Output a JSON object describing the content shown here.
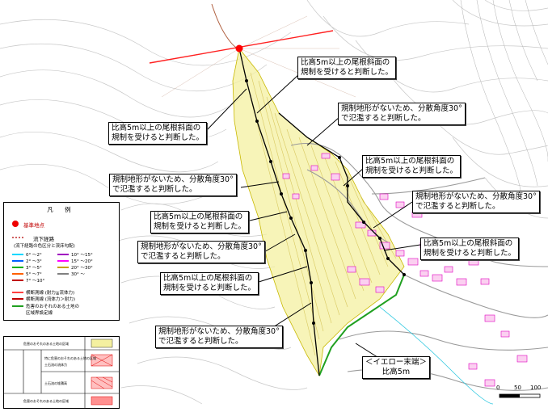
{
  "callouts": [
    {
      "id": "c1",
      "text": "比高5m以上の尾根斜面の\n規制を受けると判断した。"
    },
    {
      "id": "c2",
      "text": "規制地形がないため、分散角度30°\nで氾濫すると判断した。"
    },
    {
      "id": "c3",
      "text": "比高5m以上の尾根斜面の\n規制を受けると判断した。"
    },
    {
      "id": "c4",
      "text": "比高5m以上の尾根斜面の\n規制を受けると判断した。"
    },
    {
      "id": "c5",
      "text": "規制地形がないため、分散角度30°\nで氾濫すると判断した。"
    },
    {
      "id": "c6",
      "text": "規制地形がないため、分散角度30°\nで氾濫すると判断した。"
    },
    {
      "id": "c7",
      "text": "比高5m以上の尾根斜面の\n規制を受けると判断した。"
    },
    {
      "id": "c8",
      "text": "規制地形がないため、分散角度30°\nで氾濫すると判断した。"
    },
    {
      "id": "c9",
      "text": "比高5m以上の尾根斜面の\n規制を受けると判断した。"
    },
    {
      "id": "c10",
      "text": "比高5m以上の尾根斜面の\n規制を受けると判断した。"
    },
    {
      "id": "c11",
      "text": "規制地形がないため、分散角度30°\nで氾濫すると判断した。"
    },
    {
      "id": "c12",
      "text": "＜イエロー末端＞\n比高5m"
    }
  ],
  "legend": {
    "title": "凡 例",
    "base_point": "基準地点",
    "flow_path": "流下経路",
    "flow_path_sub": "(流下経路の色区分と渓床勾配)",
    "gradients": [
      {
        "label": "0° ～2°",
        "color": "#00d8ff"
      },
      {
        "label": "2° ～3°",
        "color": "#0060ff"
      },
      {
        "label": "3° ～5°",
        "color": "#00b000"
      },
      {
        "label": "5° ～7°",
        "color": "#ff6000"
      },
      {
        "label": "7° ～10°",
        "color": "#c00000"
      },
      {
        "label": "10° ～15°",
        "color": "#a000c0"
      },
      {
        "label": "15° ～20°",
        "color": "#ff00ff"
      },
      {
        "label": "20° ～30°",
        "color": "#c8a000"
      },
      {
        "label": "30° ～",
        "color": "#808080"
      }
    ],
    "line1": "横断測線 (耐力≧流体力)",
    "line2": "横断測線 (流体力＞耐力)",
    "line3": "危害のおそれのある土地の",
    "line3b": "区域界設定線"
  },
  "table": {
    "r1": "危害のおそれのある土地の区域",
    "r2a": "特に危害のおそれのある土地の区域",
    "r2b": "土石流の流体力",
    "r3": "土石流の堆積高",
    "r4": "危害のおそれのある土地の区域"
  },
  "scale": {
    "labels": [
      "0",
      "50",
      "100"
    ]
  }
}
